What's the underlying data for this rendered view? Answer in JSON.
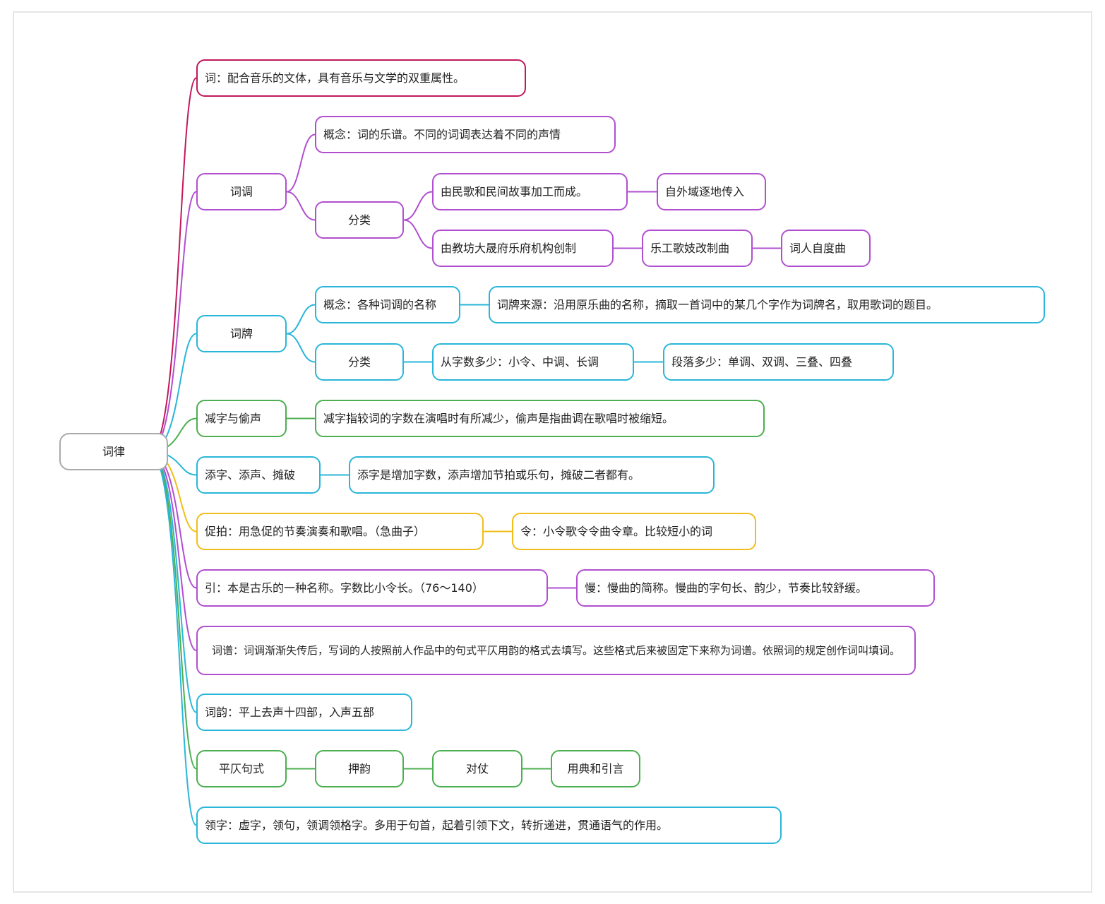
{
  "colors": {
    "red": "#c2185b",
    "purple": "#b14fd0",
    "blue": "#29b6d9",
    "green": "#4caf50",
    "yellow": "#f2bd1a",
    "root_border": "#aaaaaa"
  },
  "mindmap": {
    "root": "词律",
    "n1": "词：配合音乐的文体，具有音乐与文学的双重属性。",
    "cidiao": {
      "label": "词调",
      "concept": "概念：词的乐谱。不同的词调表达着不同的声情",
      "fenlei": "分类",
      "class1": "由民歌和民间故事加工而成。",
      "class1_sub": "自外域逐地传入",
      "class2": "由教坊大晟府乐府机构创制",
      "class2_sub1": "乐工歌妓改制曲",
      "class2_sub2": "词人自度曲"
    },
    "cipai": {
      "label": "词牌",
      "concept": "概念：各种词调的名称",
      "source": "词牌来源：沿用原乐曲的名称，摘取一首词中的某几个字作为词牌名，取用歌词的题目。",
      "fenlei": "分类",
      "by_words": "从字数多少：小令、中调、长调",
      "by_stanza": "段落多少：单调、双调、三叠、四叠"
    },
    "jianzi": {
      "label": "减字与偷声",
      "desc": "减字指较词的字数在演唱时有所减少，偷声是指曲调在歌唱时被缩短。"
    },
    "tianzi": {
      "label": "添字、添声、摊破",
      "desc": "添字是增加字数，添声增加节拍或乐句，摊破二者都有。"
    },
    "cupai": {
      "label": "促拍：用急促的节奏演奏和歌唱。（急曲子）",
      "ling": "令：小令歌令令曲令章。比较短小的词"
    },
    "yin": {
      "label": "引：本是古乐的一种名称。字数比小令长。（76～140）",
      "man": "慢：慢曲的简称。慢曲的字句长、韵少，节奏比较舒缓。"
    },
    "cipu": "词谱：词调渐渐失传后，写词的人按照前人作品中的句式平仄用韵的格式去填写。这些格式后来被固定下来称为词谱。依照词的规定创作词叫填词。",
    "ciyun": "词韵：平上去声十四部，入声五部",
    "pingze": {
      "label": "平仄句式",
      "yayun": "押韵",
      "duizhang": "对仗",
      "yongdian": "用典和引言"
    },
    "lingzi": "领字：虚字，领句，领调领格字。多用于句首，起着引领下文，转折递进，贯通语气的作用。"
  }
}
